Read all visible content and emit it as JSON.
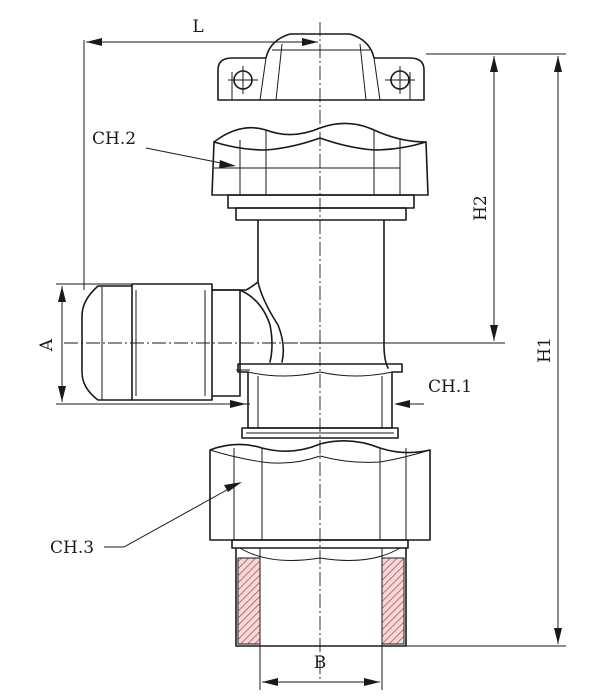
{
  "labels": {
    "L": "L",
    "A": "A",
    "B": "B",
    "H1": "H1",
    "H2": "H2",
    "CH1": "CH.1",
    "CH2": "CH.2",
    "CH3": "CH.3"
  },
  "colors": {
    "line": "#1a1a1a",
    "hatch": "#c0504d",
    "background": "#ffffff"
  }
}
